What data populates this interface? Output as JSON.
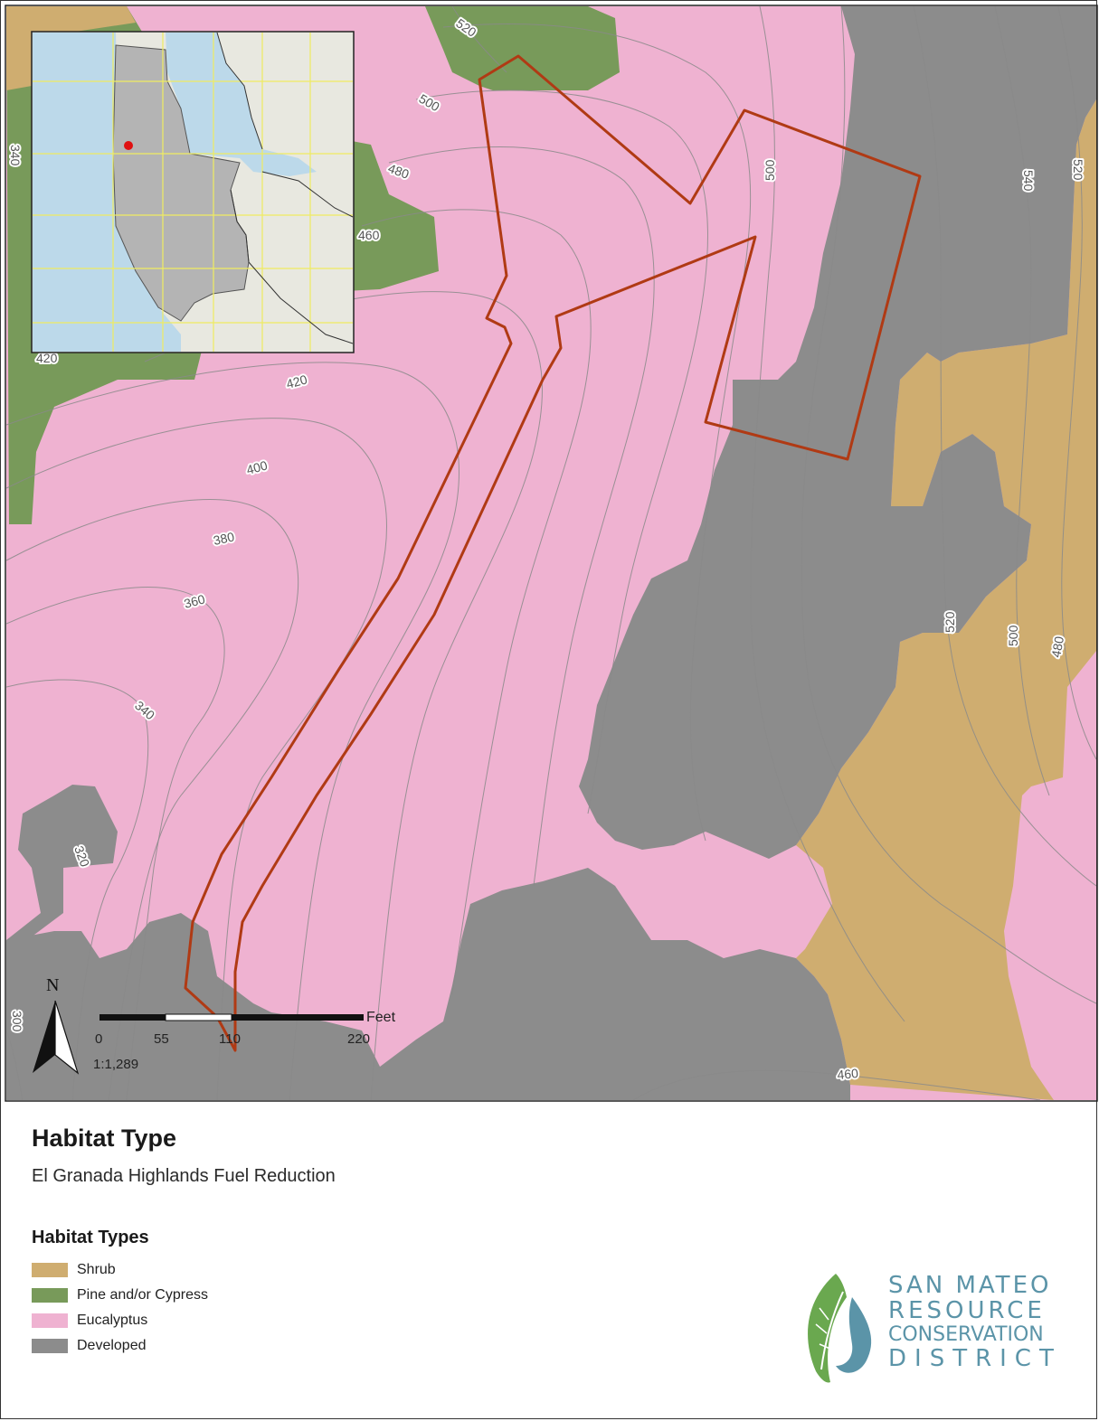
{
  "map": {
    "title": "Habitat Type",
    "subtitle": "El Granada Highlands Fuel Reduction",
    "legend_title": "Habitat Types",
    "legend": [
      {
        "label": "Shrub",
        "color": "#cfad70"
      },
      {
        "label": "Pine and/or Cypress",
        "color": "#789a5a"
      },
      {
        "label": "Eucalyptus",
        "color": "#efb2d1"
      },
      {
        "label": "Developed",
        "color": "#8c8c8c"
      }
    ],
    "north_label": "N",
    "scale_ticks": [
      "0",
      "55",
      "110",
      "220"
    ],
    "scale_unit": "Feet",
    "scale_ratio": "1:1,289",
    "contour_labels": [
      "520",
      "500",
      "480",
      "460",
      "420",
      "400",
      "380",
      "360",
      "340",
      "320",
      "300",
      "540",
      "520",
      "520",
      "500",
      "480",
      "500",
      "460",
      "340",
      "420"
    ],
    "project_boundary_color": "#b03a14",
    "locator_marker_color": "#e01010"
  },
  "logo": {
    "lines": [
      "SAN MATEO",
      "RESOURCE",
      "CONSERVATION",
      "DISTRICT"
    ],
    "text_color": "#5b94a8",
    "leaf_color": "#6aa84f"
  }
}
